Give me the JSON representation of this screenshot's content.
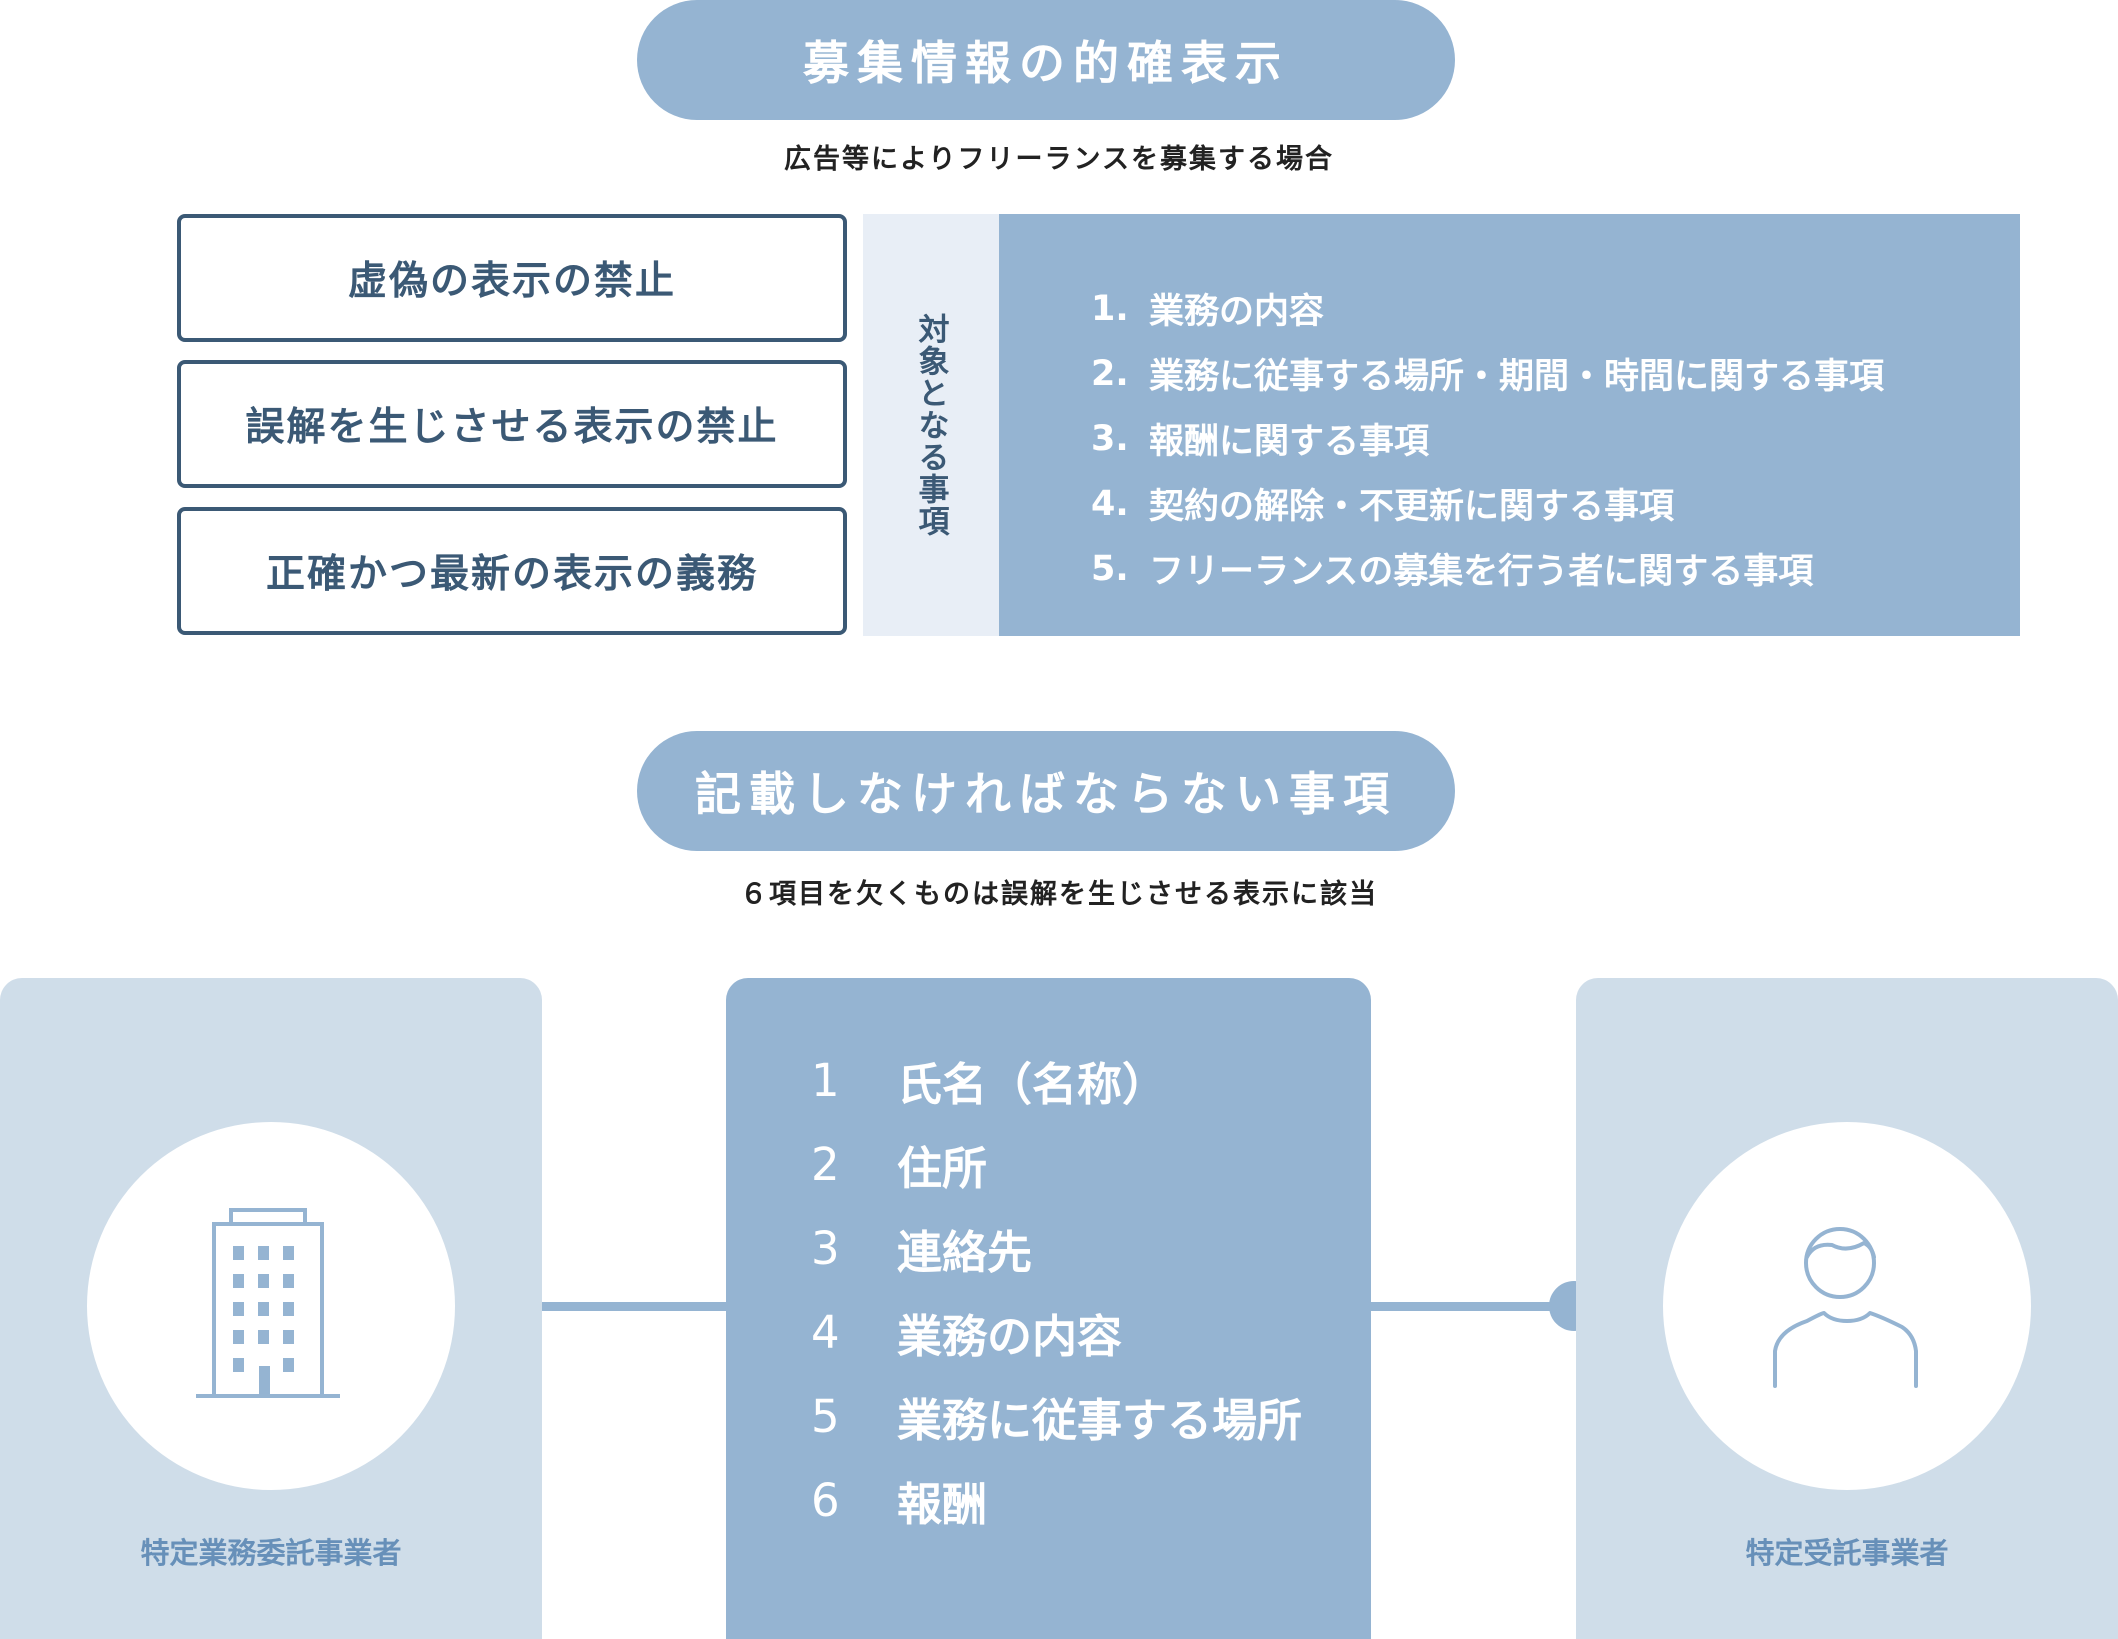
{
  "top": {
    "title": "募集情報の的確表示",
    "subtitle": "広告等によりフリーランスを募集する場合"
  },
  "rules": [
    {
      "label": "虚偽の表示の禁止"
    },
    {
      "label": "誤解を生じさせる表示の禁止"
    },
    {
      "label": "正確かつ最新の表示の義務"
    }
  ],
  "target": {
    "label": "対象となる事項",
    "items": [
      {
        "num": "1.",
        "text": "業務の内容"
      },
      {
        "num": "2.",
        "text": "業務に従事する場所・期間・時間に関する事項"
      },
      {
        "num": "3.",
        "text": "報酬に関する事項"
      },
      {
        "num": "4.",
        "text": "契約の解除・不更新に関する事項"
      },
      {
        "num": "5.",
        "text": "フリーランスの募集を行う者に関する事項"
      }
    ]
  },
  "bottom": {
    "title": "記載しなければならない事項",
    "subtitle": "６項目を欠くものは誤解を生じさせる表示に該当",
    "left_party": {
      "label": "特定業務委託事業者",
      "icon": "building-icon"
    },
    "right_party": {
      "label": "特定受託事業者",
      "icon": "person-icon"
    },
    "required_items": [
      {
        "num": "1",
        "text": "氏名（名称）"
      },
      {
        "num": "2",
        "text": "住所"
      },
      {
        "num": "3",
        "text": "連絡先"
      },
      {
        "num": "4",
        "text": "業務の内容"
      },
      {
        "num": "5",
        "text": "業務に従事する場所"
      },
      {
        "num": "6",
        "text": "報酬"
      }
    ]
  },
  "colors": {
    "accent_blue": "#95b4d2",
    "light_blue": "#cfdde9",
    "pale_blue": "#e8eef6",
    "navy": "#3b5975",
    "label_blue": "#6790b9"
  }
}
